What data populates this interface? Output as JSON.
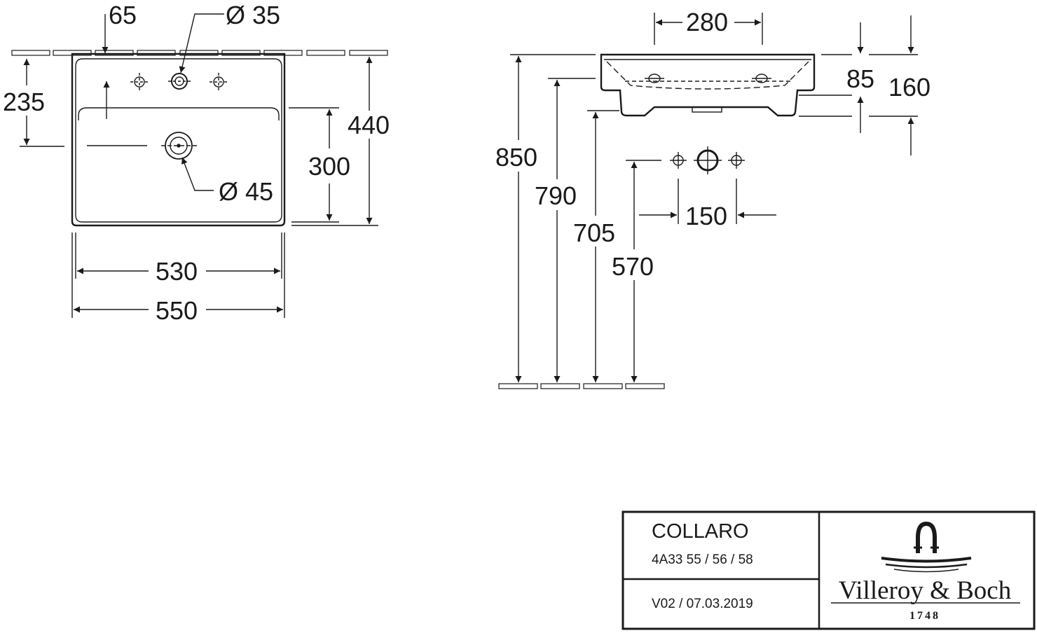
{
  "drawing": {
    "top_view": {
      "dims": {
        "tap_offset": "65",
        "tap_hole": "Ø 35",
        "waste_hole": "Ø 45",
        "depth_to_waste": "235",
        "inner_depth": "300",
        "outer_depth": "440",
        "inner_width": "530",
        "outer_width": "550"
      }
    },
    "side_view": {
      "dims": {
        "bowl_width": "280",
        "rim_height": "85",
        "total_height": "160",
        "height_850": "850",
        "height_790": "790",
        "height_705": "705",
        "height_570": "570",
        "tap_spacing": "150"
      }
    }
  },
  "title_block": {
    "product": "COLLARO",
    "article_numbers": "4A33 55 / 56 / 58",
    "version": "V02 / 07.03.2019",
    "brand": "Villeroy & Boch",
    "year": "1748"
  }
}
